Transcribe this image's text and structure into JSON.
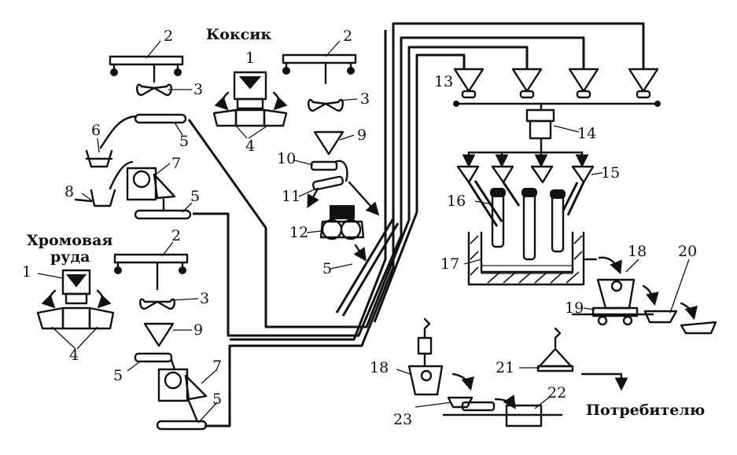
{
  "labels": {
    "koksik": "Коксик",
    "ore_line1": "Хромовая",
    "ore_line2": "руда",
    "consumer": "Потребителю"
  },
  "numbers": {
    "n1": "1",
    "n2": "2",
    "n3": "3",
    "n4": "4",
    "n5": "5",
    "n6": "6",
    "n7": "7",
    "n8": "8",
    "n9": "9",
    "n10": "10",
    "n11": "11",
    "n12": "12",
    "n13": "13",
    "n14": "14",
    "n15": "15",
    "n16": "16",
    "n17": "17",
    "n18": "18",
    "n19": "19",
    "n20": "20",
    "n21": "21",
    "n22": "22",
    "n23": "23"
  }
}
